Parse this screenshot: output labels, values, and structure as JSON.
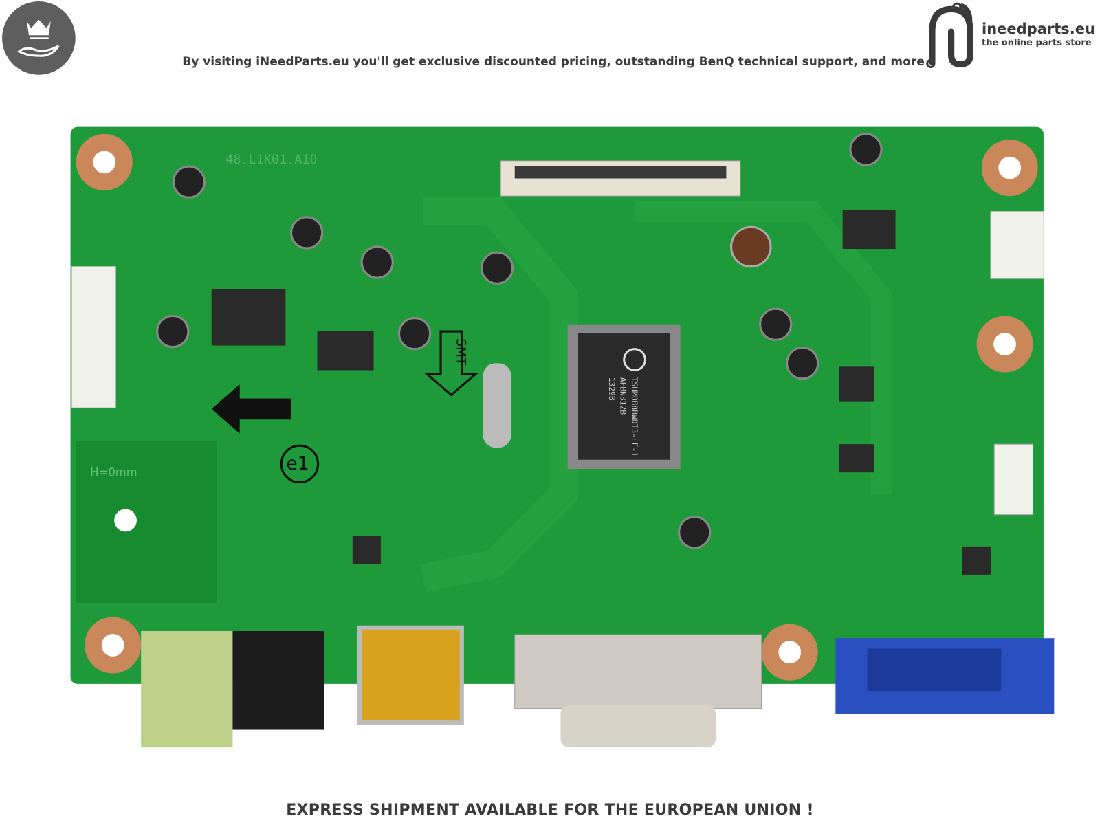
{
  "banner": {
    "tagline": "By visiting iNeedParts.eu you'll get exclusive discounted pricing, outstanding BenQ technical support, and more",
    "footer": "EXPRESS SHIPMENT AVAILABLE FOR THE EUROPEAN UNION !"
  },
  "brand": {
    "name": "ineedparts.eu",
    "slogan": "the online parts store",
    "badge_icon": "crown-on-hand-icon",
    "logo_icon": "circuit-n-logo-icon"
  },
  "product": {
    "board_markings": {
      "part_number": "48.L1K01.A10",
      "chip_label": "TSUMO88BWDT3-LF-1",
      "chip_code": "AFBN312B",
      "chip_date": "1329B",
      "smt_label": "SMT",
      "height_label": "H=0mm",
      "e1_mark": "e1"
    },
    "colors": {
      "pcb": "#1f9a3a",
      "vga_connector": "#2a4fc0",
      "audio_green": "#bcd08a"
    }
  }
}
